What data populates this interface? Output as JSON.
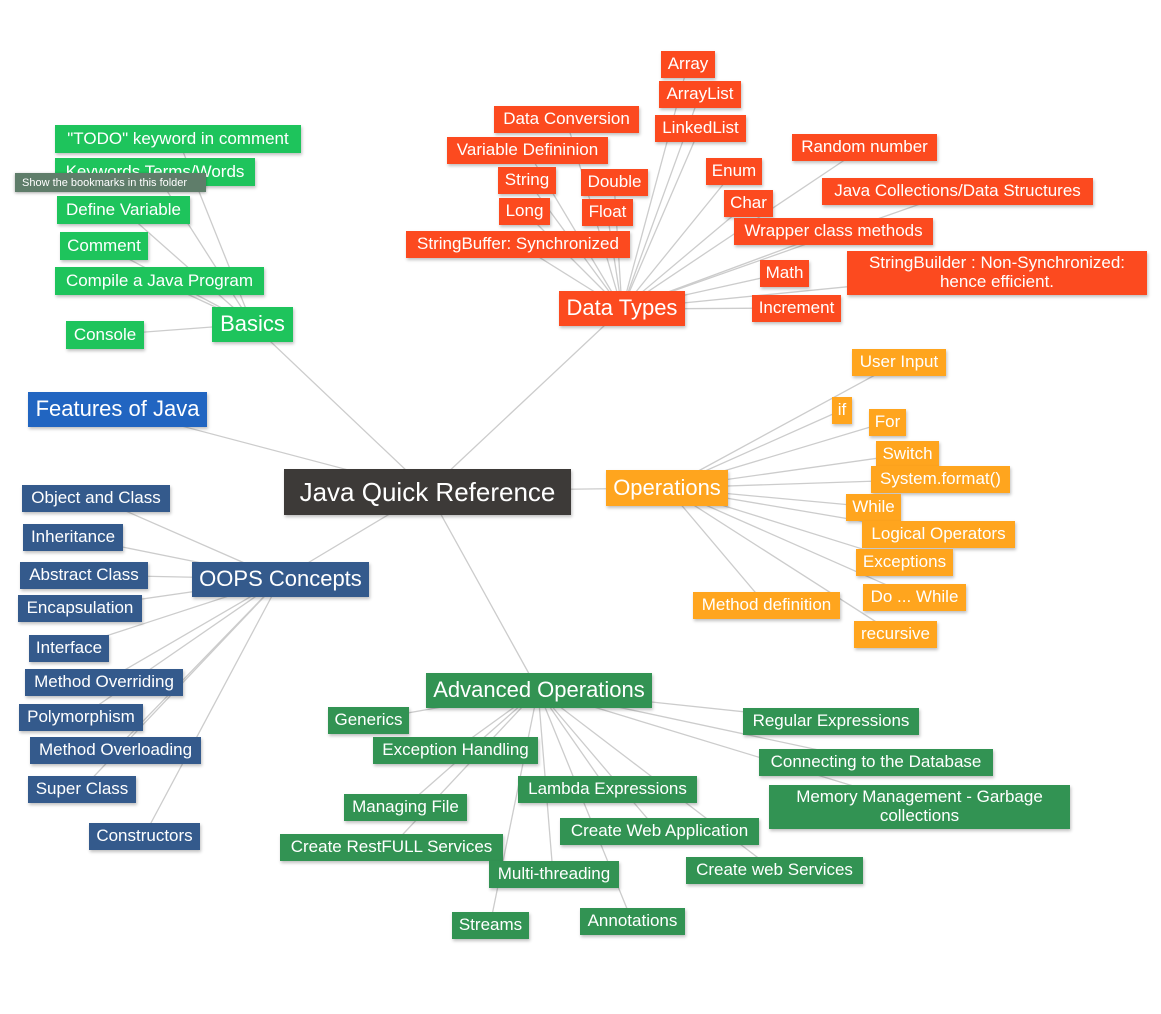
{
  "colors": {
    "central": "#3d3a38",
    "basics": "#1ec45c",
    "data_types": "#fc4a1f",
    "features": "#2165c1",
    "oops": "#345a8c",
    "operations": "#ffa51e",
    "advanced": "#329353",
    "link": "#cccccc"
  },
  "tooltip": "Show the bookmarks in this folder",
  "central": "Java Quick Reference",
  "features": "Features of Java",
  "basics": {
    "label": "Basics",
    "items": [
      "\"TODO\" keyword in comment",
      "Keywords Terms/Words",
      "Define Variable",
      "Comment",
      "Compile a Java Program",
      "Console"
    ]
  },
  "data_types": {
    "label": "Data Types",
    "items": [
      "Array",
      "ArrayList",
      "LinkedList",
      "Data Conversion",
      "Variable Defininion",
      "String",
      "Double",
      "Long",
      "Float",
      "StringBuffer: Synchronized",
      "Enum",
      "Char",
      "Random number",
      "Java Collections/Data Structures",
      "Wrapper class methods",
      "Math",
      "Increment",
      "StringBuilder : Non-Synchronized: hence efficient."
    ]
  },
  "operations": {
    "label": "Operations",
    "items": [
      "User Input",
      "if",
      "For",
      "Switch",
      "System.format()",
      "While",
      "Logical Operators",
      "Exceptions",
      "Do ... While",
      "Method definition",
      "recursive"
    ]
  },
  "oops": {
    "label": "OOPS Concepts",
    "items": [
      "Object and Class",
      "Inheritance",
      "Abstract Class",
      "Encapsulation",
      "Interface",
      "Method Overriding",
      "Polymorphism",
      "Method Overloading",
      "Super Class",
      "Constructors"
    ]
  },
  "advanced": {
    "label": "Advanced Operations",
    "items": [
      "Generics",
      "Exception Handling",
      "Regular Expressions",
      "Connecting to the Database",
      "Memory Management - Garbage collections",
      "Lambda Expressions",
      "Managing File",
      "Create Web Application",
      "Create RestFULL Services",
      "Multi-threading",
      "Create web Services",
      "Streams",
      "Annotations"
    ]
  }
}
